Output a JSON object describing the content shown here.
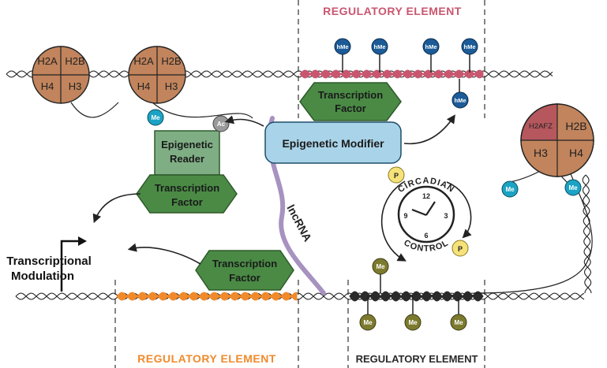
{
  "labels": {
    "regulatory_top": "REGULATORY ELEMENT",
    "regulatory_bottom_left": "REGULATORY ELEMENT",
    "regulatory_bottom_right": "REGULATORY ELEMENT",
    "transcriptional_modulation_line1": "Transcriptional",
    "transcriptional_modulation_line2": "Modulation",
    "epigenetic_modifier": "Epigenetic Modifier",
    "epigenetic_reader_line1": "Epigenetic",
    "epigenetic_reader_line2": "Reader",
    "tf_line1": "Transcription",
    "tf_line2": "Factor",
    "lncrna": "lncRNA",
    "circadian": "CIRCADIAN",
    "control": "CONTROL"
  },
  "histone_left": {
    "h2a": "H2A",
    "h2b": "H2B",
    "h4": "H4",
    "h3": "H3"
  },
  "histone_right": {
    "h2afz": "H2AFZ",
    "h2b": "H2B",
    "h3": "H3",
    "h4": "H4"
  },
  "marks": {
    "hme": "hMe",
    "me": "Me",
    "ac": "Ac",
    "p": "P"
  },
  "clock": {
    "n12": "12",
    "n3": "3",
    "n6": "6",
    "n9": "9"
  },
  "colors": {
    "histone": "#c1845c",
    "h2afz": "#b5575d",
    "tf_green": "#4a8a45",
    "reader_green": "#7fae85",
    "modifier_blue": "#a9d3e8",
    "hme_blue": "#1c5b98",
    "me_cyan": "#1ba3c4",
    "me_olive": "#7c7a2e",
    "p_yellow": "#f6e27a",
    "ac_gray": "#9a9a9a",
    "lncrna_purple": "#a792c0",
    "reg_pink": "#c9566f",
    "reg_orange": "#f08a2b",
    "reg_dark": "#2a2a2a"
  }
}
